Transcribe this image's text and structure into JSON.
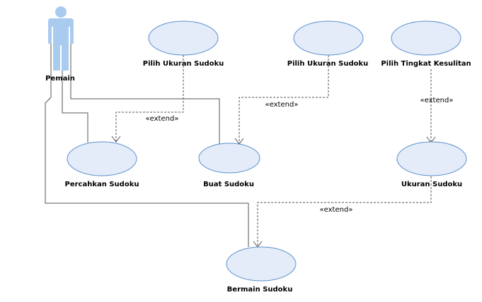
{
  "actor": {
    "id": "pemain",
    "label": "Pemain",
    "color": "#a9cbef"
  },
  "use_cases": [
    {
      "id": "pilih-ukuran-1",
      "label": "Pilih Ukuran Sudoku"
    },
    {
      "id": "pilih-ukuran-2",
      "label": "Pilih Ukuran Sudoku"
    },
    {
      "id": "pilih-tingkat",
      "label": "Pilih Tingkat Kesulitan"
    },
    {
      "id": "percahkan",
      "label": "Percahkan Sudoku"
    },
    {
      "id": "buat",
      "label": "Buat Sudoku"
    },
    {
      "id": "ukuran",
      "label": "Ukuran Sudoku"
    },
    {
      "id": "bermain",
      "label": "Bermain Sudoku"
    }
  ],
  "associations": [
    {
      "from": "pemain",
      "to": "percahkan"
    },
    {
      "from": "pemain",
      "to": "buat"
    },
    {
      "from": "pemain",
      "to": "bermain"
    }
  ],
  "extends": [
    {
      "from": "pilih-ukuran-1",
      "to": "percahkan",
      "label": "«extend»"
    },
    {
      "from": "pilih-ukuran-2",
      "to": "buat",
      "label": "«extend»"
    },
    {
      "from": "pilih-tingkat",
      "to": "ukuran",
      "label": "«extend»"
    },
    {
      "from": "ukuran",
      "to": "bermain",
      "label": "«extend»"
    }
  ]
}
